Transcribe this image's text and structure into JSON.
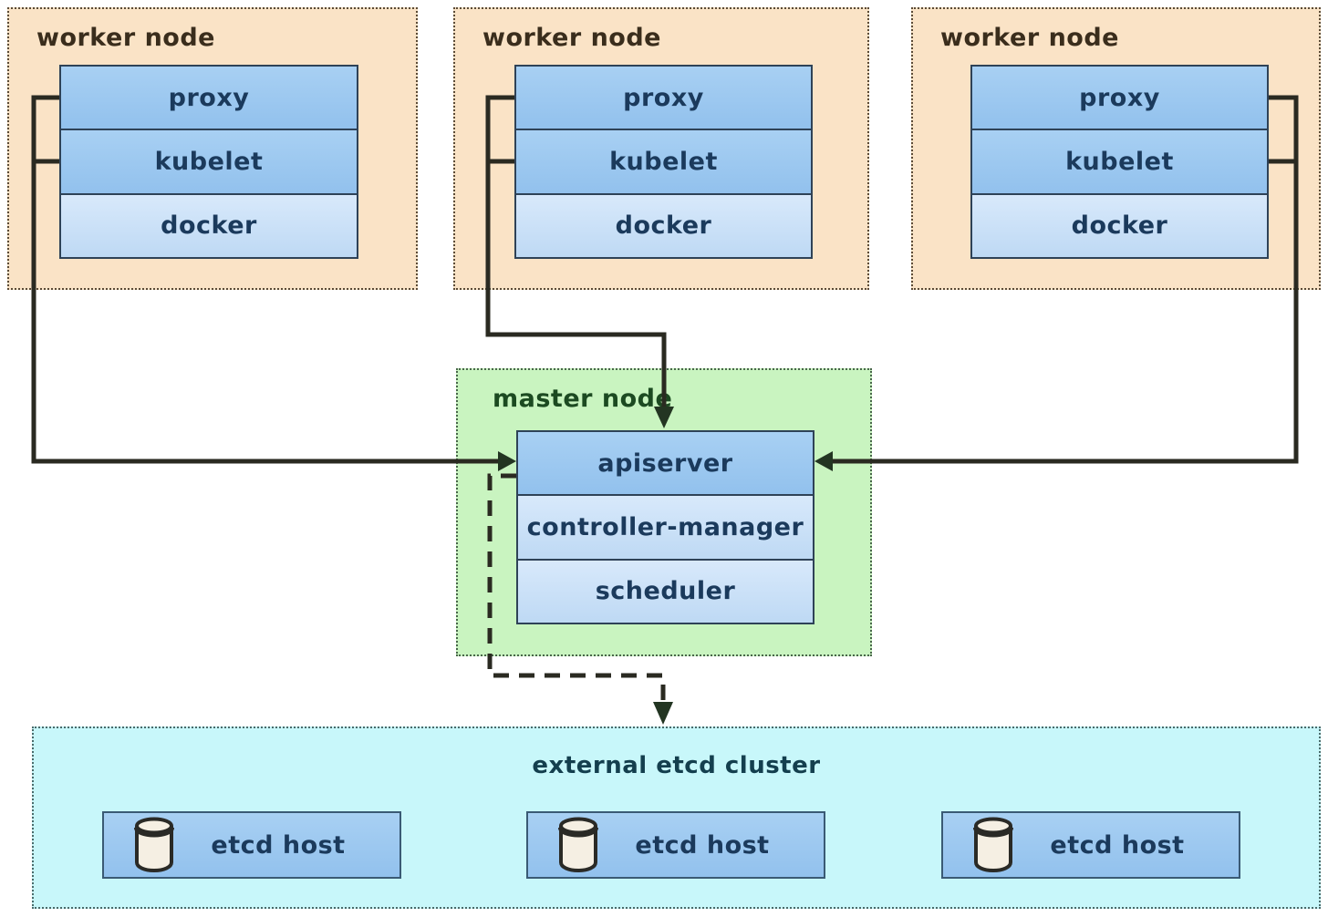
{
  "workers": [
    {
      "title": "worker node",
      "components": [
        "proxy",
        "kubelet",
        "docker"
      ]
    },
    {
      "title": "worker node",
      "components": [
        "proxy",
        "kubelet",
        "docker"
      ]
    },
    {
      "title": "worker node",
      "components": [
        "proxy",
        "kubelet",
        "docker"
      ]
    }
  ],
  "master": {
    "title": "master node",
    "components": [
      "apiserver",
      "controller-manager",
      "scheduler"
    ]
  },
  "etcd": {
    "title": "external etcd cluster",
    "hosts": [
      {
        "icon": "database-cylinder-icon",
        "label": "etcd host"
      },
      {
        "icon": "database-cylinder-icon",
        "label": "etcd host"
      },
      {
        "icon": "database-cylinder-icon",
        "label": "etcd host"
      }
    ]
  },
  "colors": {
    "worker_panel_bg": "#fae3c6",
    "worker_border": "#5a4a36",
    "master_panel_bg": "#c9f4c0",
    "master_border": "#49664b",
    "etcd_panel_bg": "#c8f7fa",
    "etcd_border": "#4a6a6a",
    "component_blue": "#9cc7ef",
    "component_light_blue": "#cfe2f8",
    "box_border": "#2e4257",
    "wire": "#2a2a21",
    "worker_title_text": "#3a2d1c",
    "master_title_text": "#1c4a21",
    "etcd_title_text": "#143f4e",
    "component_label_text": "#1b3a5c",
    "cylinder_fill": "#f5efe3"
  }
}
